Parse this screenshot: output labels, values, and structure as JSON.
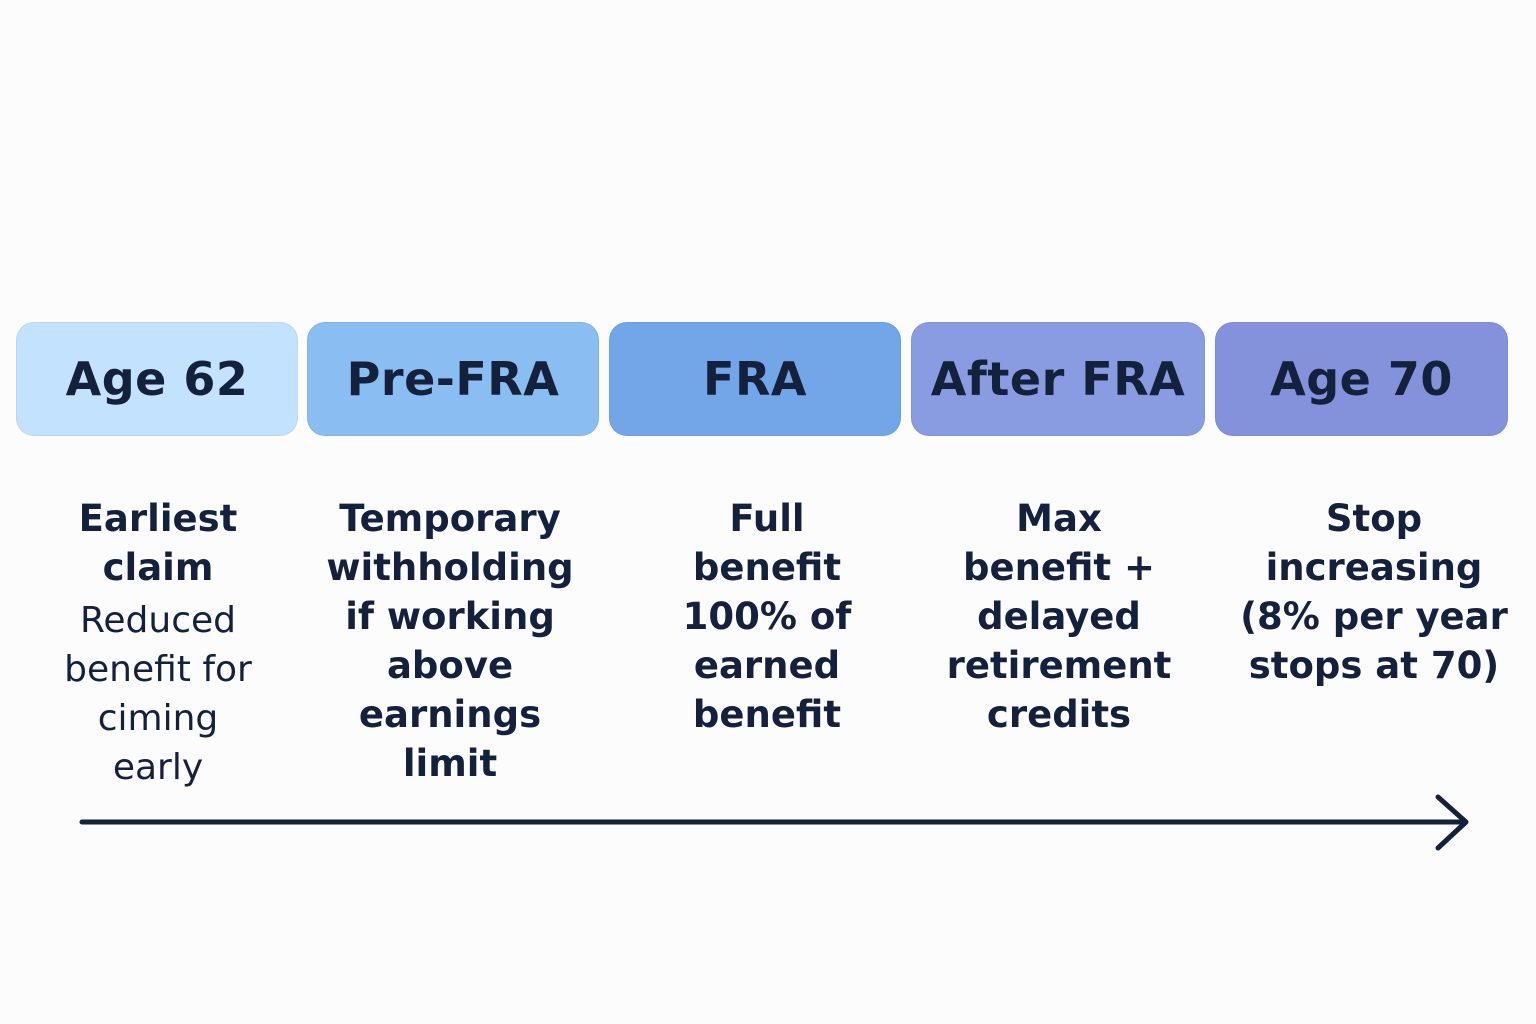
{
  "colors": {
    "stage_1": "#c2e2fd",
    "stage_2": "#8abdf2",
    "stage_3": "#73a6e8",
    "stage_4": "#8a9ce1",
    "stage_5": "#8492dc",
    "text": "#14213d",
    "arrow": "#14213d"
  },
  "stages": [
    {
      "label": "Age 62",
      "strong": "Earliest claim",
      "light": "Reduced benefit for ciming early"
    },
    {
      "label": "Pre-FRA",
      "strong": "Temporary withholding if working above earnings limit"
    },
    {
      "label": "FRA",
      "strong": "Full benefit 100% of earned benefit"
    },
    {
      "label": "After FRA",
      "strong": "Max benefit + delayed retirement credits"
    },
    {
      "label": "Age 70",
      "strong": "Stop increasing (8% per year stops at 70)"
    }
  ]
}
